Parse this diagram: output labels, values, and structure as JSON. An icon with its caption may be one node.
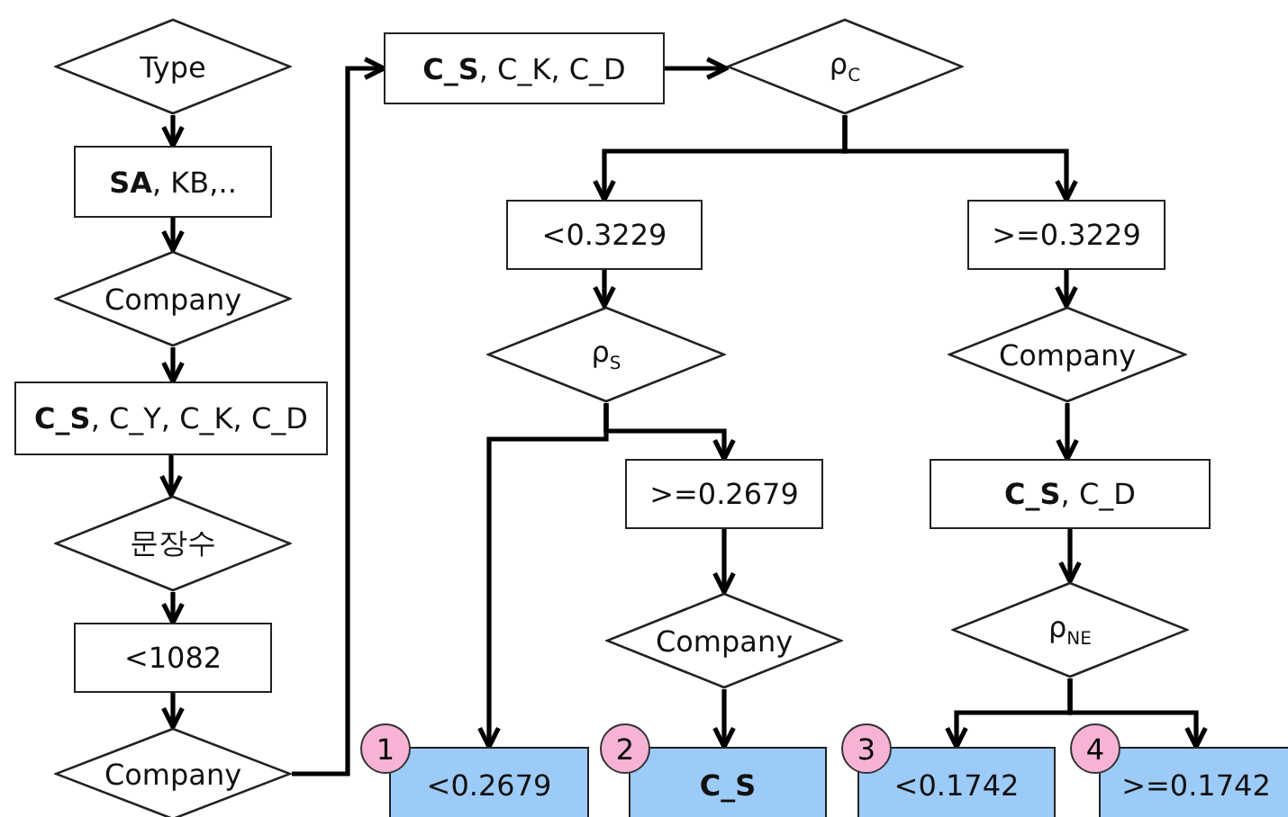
{
  "diagram": {
    "nodes": [
      {
        "text": [
          "Type"
        ]
      },
      {
        "text": [
          "**SA**, KB,.."
        ]
      },
      {
        "text": [
          "Company"
        ]
      },
      {
        "text": [
          "**C_S**, C_Y, C_K, C_D"
        ]
      },
      {
        "text": [
          "문장수"
        ]
      },
      {
        "text": [
          "<1082"
        ]
      },
      {
        "text": [
          "Company"
        ]
      },
      {
        "text": [
          "**C_S**, C_K, C_D"
        ]
      },
      {
        "text": [
          "ρ$_{C}$"
        ]
      },
      {
        "text": [
          "<0.3229"
        ]
      },
      {
        "text": [
          ">=0.3229"
        ]
      },
      {
        "text": [
          "ρ$_{S}$"
        ]
      },
      {
        "text": [
          "Company"
        ]
      },
      {
        "text": [
          ">=0.2679"
        ]
      },
      {
        "text": [
          "**C_S**, C_D"
        ]
      },
      {
        "text": [
          "Company"
        ]
      },
      {
        "text": [
          "ρ$_{NE}$"
        ]
      },
      {
        "text": [
          "<0.2679"
        ]
      },
      {
        "text": [
          "**C_S**"
        ]
      },
      {
        "text": [
          "<0.1742"
        ]
      },
      {
        "text": [
          ">=0.1742"
        ]
      }
    ],
    "edges": [
      {
        "from": 0,
        "to": 1,
        "arrow": "to"
      },
      {
        "from": 1,
        "to": 2,
        "arrow": "to"
      },
      {
        "from": 2,
        "to": 3,
        "arrow": "to"
      },
      {
        "from": 3,
        "to": 4,
        "arrow": "to"
      },
      {
        "from": 4,
        "to": 5,
        "arrow": "to"
      },
      {
        "from": 5,
        "to": 6,
        "arrow": "to"
      },
      {
        "from": 6,
        "to": 7,
        "arrow": "to"
      },
      {
        "from": 7,
        "to": 8,
        "arrow": "to"
      },
      {
        "from": 8,
        "to": 9,
        "arrow": "to"
      },
      {
        "from": 8,
        "to": 10,
        "arrow": "to"
      },
      {
        "from": 9,
        "to": 11,
        "arrow": "to"
      },
      {
        "from": 11,
        "to": 17,
        "arrow": "to"
      },
      {
        "from": 11,
        "to": 13,
        "arrow": "to"
      },
      {
        "from": 13,
        "to": 15,
        "arrow": "to"
      },
      {
        "from": 15,
        "to": 18,
        "arrow": "to"
      },
      {
        "from": 10,
        "to": 12,
        "arrow": "to"
      },
      {
        "from": 12,
        "to": 14,
        "arrow": "to"
      },
      {
        "from": 14,
        "to": 16,
        "arrow": "to"
      },
      {
        "from": 16,
        "to": 19,
        "arrow": "to"
      },
      {
        "from": 16,
        "to": 20,
        "arrow": "to"
      }
    ],
    "labels": [
      "1",
      "2",
      "3",
      "4"
    ]
  }
}
